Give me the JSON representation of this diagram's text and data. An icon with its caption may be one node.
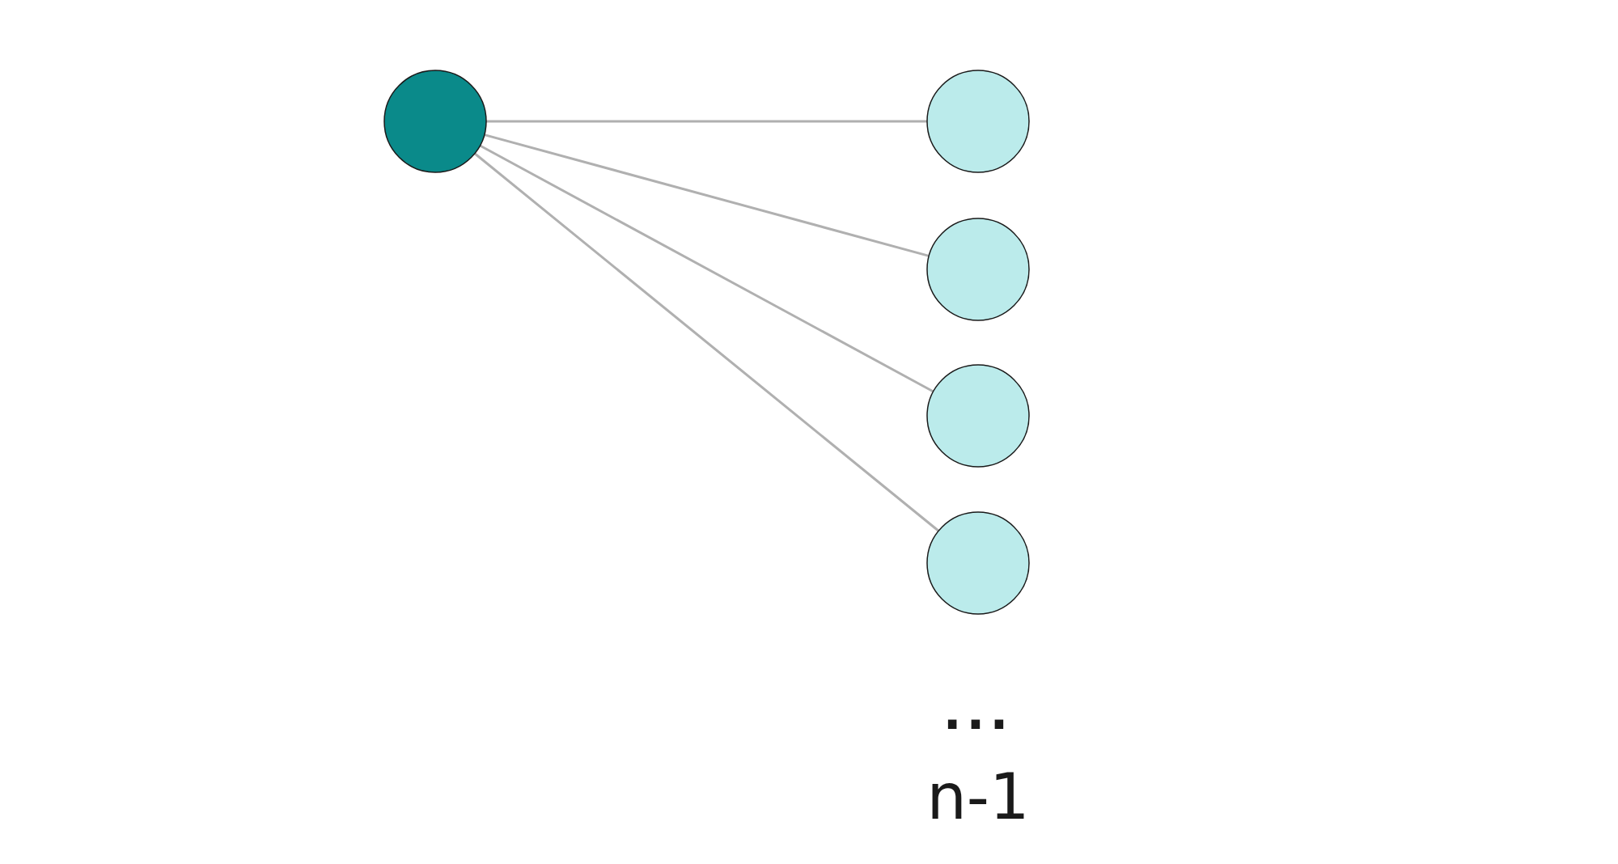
{
  "diagram": {
    "nodes": [
      {
        "text": [],
        "shape": "circle"
      },
      {
        "text": [],
        "shape": "circle"
      },
      {
        "text": [],
        "shape": "circle"
      },
      {
        "text": [],
        "shape": "circle"
      },
      {
        "text": [],
        "shape": "circle"
      }
    ],
    "edges": [
      {
        "from": 0,
        "to": 1,
        "arrow": "none"
      },
      {
        "from": 0,
        "to": 2,
        "arrow": "none"
      },
      {
        "from": 0,
        "to": 3,
        "arrow": "none"
      },
      {
        "from": 0,
        "to": 4,
        "arrow": "none"
      }
    ],
    "labels": [
      "...",
      "n-1"
    ]
  }
}
